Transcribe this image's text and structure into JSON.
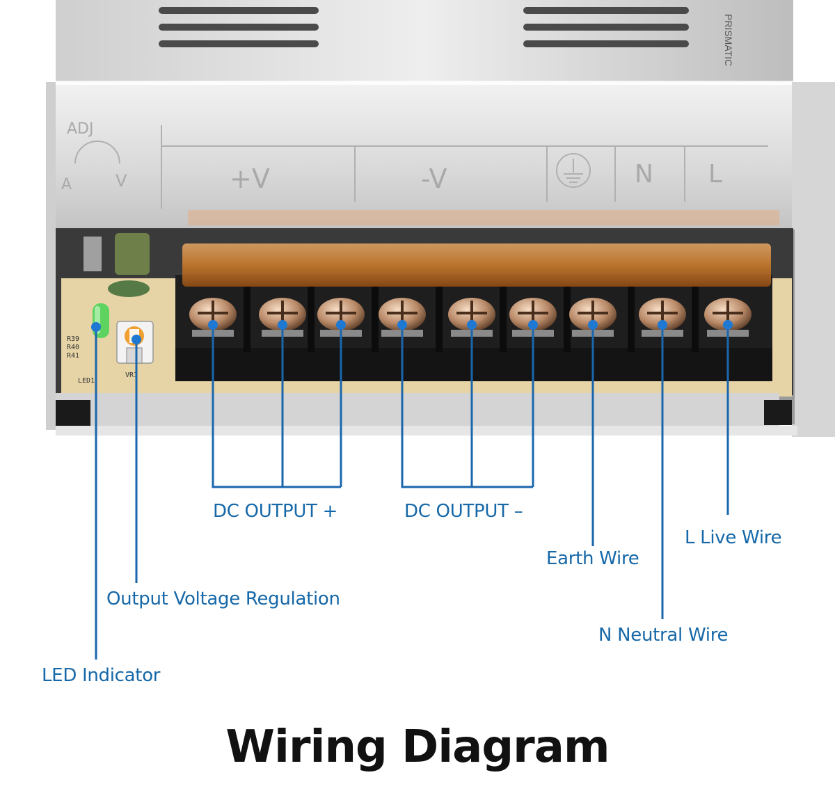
{
  "case_labels": {
    "adj": "ADJ",
    "a": "A",
    "v_small": "V",
    "plus_v": "+V",
    "minus_v": "-V",
    "n": "N",
    "l": "L"
  },
  "pcb_labels": {
    "r39": "R39",
    "r40": "R40",
    "r41": "R41",
    "led1": "LED1",
    "vr1": "VR1"
  },
  "callouts": {
    "dc_output_plus": "DC OUTPUT +",
    "dc_output_minus": "DC OUTPUT –",
    "earth_wire": "Earth Wire",
    "live_wire": "L Live Wire",
    "neutral_wire": "N Neutral Wire",
    "output_voltage_regulation": "Output Voltage Regulation",
    "led_indicator": "LED Indicator"
  },
  "title": "Wiring Diagram",
  "colors": {
    "callout_blue": "#1668a8",
    "line_blue": "#1a66ad",
    "dot_blue": "#1f78d1",
    "case_silver": "#dcdcdc",
    "terminal_cover": "#c97a2b",
    "terminal_block": "#1e1e1e",
    "pcb": "#e7d4a6",
    "led": "#5fd35f",
    "pot": "#f0a030"
  }
}
